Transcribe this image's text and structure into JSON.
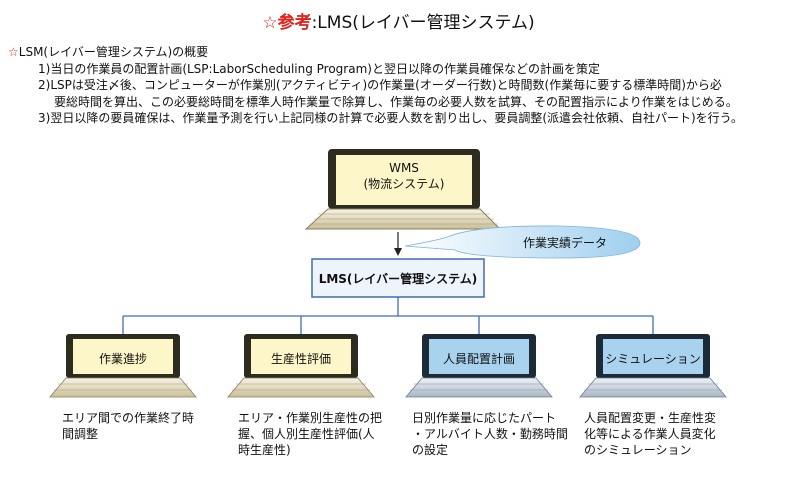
{
  "title": {
    "star": "☆",
    "prefix": "参考",
    "main": ":LMS(レイバー管理システム)"
  },
  "overview": {
    "star": "☆",
    "heading": "LSM(レイバー管理システム)の概要",
    "item1": "1)当日の作業員の配置計画(LSP:LaborScheduling Program)と翌日以降の作業員確保などの計画を策定",
    "item2a": "2)LSPは受注〆後、コンピューターが作業別(アクティビティ)の作業量(オーダー行数)と時間数(作業毎に要する標準時間)から必",
    "item2b": "要総時間を算出、この必要総時間を標準人時作業量で除算し、作業毎の必要人数を試算、その配置指示により作業をはじめる。",
    "item3": "3)翌日以降の要員確保は、作業量予測を行い上記同様の計算で必要人数を割り出し、要員調整(派遣会社依頼、自社パート)を行う。"
  },
  "diagram": {
    "wms": {
      "line1": "WMS",
      "line2": "(物流システム)"
    },
    "callout": "作業実績データ",
    "lms": "LMS(レイバー管理システム)",
    "modules": [
      {
        "label": "作業進捗",
        "desc": [
          "エリア間での作業終了時",
          "間調整"
        ]
      },
      {
        "label": "生産性評価",
        "desc": [
          "エリア・作業別生産性の把",
          "握、個人別生産性評価(人",
          "時生産性)"
        ]
      },
      {
        "label": "人員配置計画",
        "desc": [
          "日別作業量に応じたパート",
          "・アルバイト人数・勤務時間",
          "の設定"
        ]
      },
      {
        "label": "シミュレーション",
        "desc": [
          "人員配置変更・生産性変",
          "化等による作業人員変化",
          "のシミュレーション"
        ]
      }
    ]
  },
  "colors": {
    "accent": "#e0201a",
    "yellow_screen": "#fdf6c8",
    "blue_screen": "#a9d2ef",
    "lms_fill": "#eef4fb",
    "line": "#3e6fb0"
  }
}
